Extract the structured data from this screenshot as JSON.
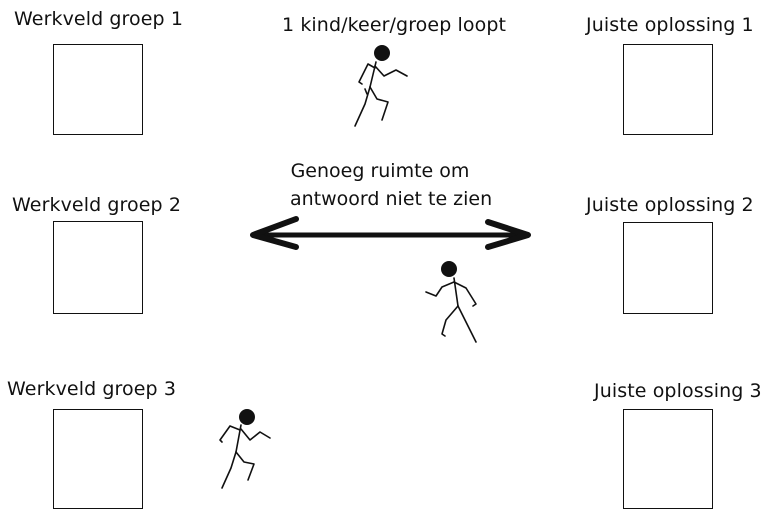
{
  "left_fields": [
    {
      "label": "Werkveld groep 1"
    },
    {
      "label": "Werkveld groep 2"
    },
    {
      "label": "Werkveld groep 3"
    }
  ],
  "right_fields": [
    {
      "label": "Juiste oplossing 1"
    },
    {
      "label": "Juiste oplossing 2"
    },
    {
      "label": "Juiste oplossing 3"
    }
  ],
  "runner_note": "1 kind/keer/groep loopt",
  "distance_note": {
    "line1": "Genoeg ruimte om",
    "line2": "antwoord niet te zien"
  },
  "colors": {
    "ink": "#111111",
    "background": "#ffffff"
  },
  "icons": [
    "running-child-icon",
    "double-arrow-icon"
  ]
}
